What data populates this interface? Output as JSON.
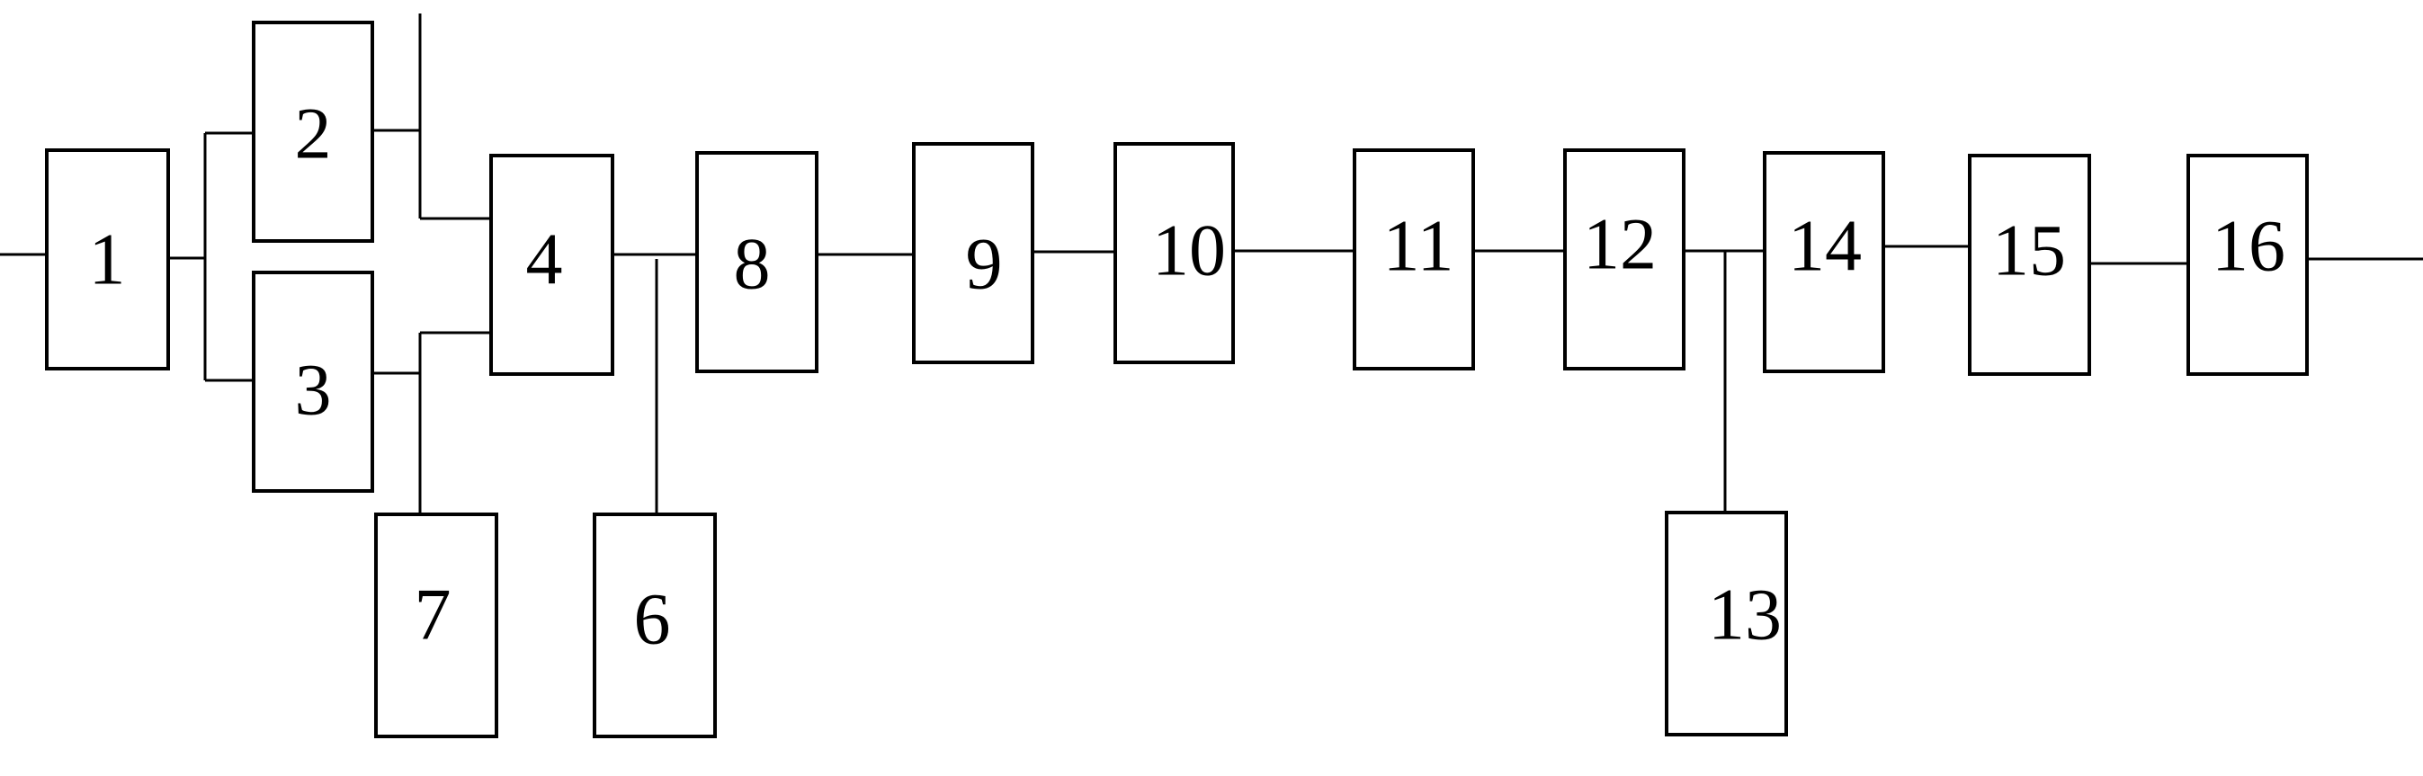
{
  "diagram": {
    "blocks": [
      {
        "id": "b1",
        "label": "1"
      },
      {
        "id": "b2",
        "label": "2"
      },
      {
        "id": "b3",
        "label": "3"
      },
      {
        "id": "b4",
        "label": "4"
      },
      {
        "id": "b6",
        "label": "6"
      },
      {
        "id": "b7",
        "label": "7"
      },
      {
        "id": "b8",
        "label": "8"
      },
      {
        "id": "b9",
        "label": "9"
      },
      {
        "id": "b10",
        "label": "10"
      },
      {
        "id": "b11",
        "label": "11"
      },
      {
        "id": "b12",
        "label": "12"
      },
      {
        "id": "b13",
        "label": "13"
      },
      {
        "id": "b14",
        "label": "14"
      },
      {
        "id": "b15",
        "label": "15"
      },
      {
        "id": "b16",
        "label": "16"
      }
    ],
    "connections": [
      {
        "from": "input",
        "to": "b1"
      },
      {
        "from": "b1",
        "to": "b2"
      },
      {
        "from": "b1",
        "to": "b3"
      },
      {
        "from": "b2",
        "to": "b4"
      },
      {
        "from": "b3",
        "to": "b4"
      },
      {
        "from": "b7",
        "to": "b4"
      },
      {
        "from": "b4",
        "to": "b8"
      },
      {
        "from": "b6",
        "to": "b8"
      },
      {
        "from": "b8",
        "to": "b9"
      },
      {
        "from": "b9",
        "to": "b10"
      },
      {
        "from": "b10",
        "to": "b11"
      },
      {
        "from": "b11",
        "to": "b12"
      },
      {
        "from": "b12",
        "to": "b14"
      },
      {
        "from": "b13",
        "to": "b14"
      },
      {
        "from": "b14",
        "to": "b15"
      },
      {
        "from": "b15",
        "to": "b16"
      },
      {
        "from": "b16",
        "to": "output"
      }
    ]
  }
}
